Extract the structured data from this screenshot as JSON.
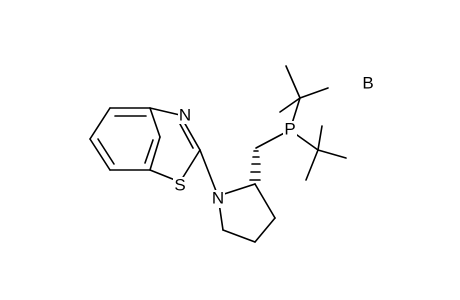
{
  "molecule": {
    "atoms": {
      "N_thiazole": "N",
      "S_thiazole": "S",
      "N_pyrrolidine": "N",
      "P_phosphine": "P"
    },
    "side_label": "B"
  }
}
